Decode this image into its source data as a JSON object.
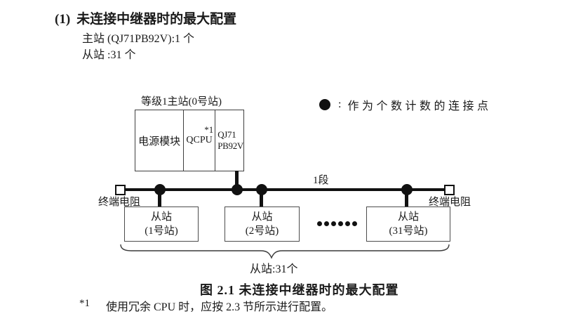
{
  "heading": {
    "number": "(1)",
    "title": "未连接中继器时的最大配置",
    "master_spec": "主站 (QJ71PB92V):1 个",
    "slave_spec": "从站 :31 个"
  },
  "legend": {
    "colon": ":",
    "label": "作为个数计数的连接点"
  },
  "master": {
    "label": "等级1主站(0号站)",
    "power_module": "电源模块",
    "cpu": "QCPU",
    "cpu_footnote_ref": "*1",
    "pb_line1": "QJ71",
    "pb_line2": "PB92V"
  },
  "bus": {
    "segment_label": "1段",
    "left_terminator_label": "终端电阻",
    "right_terminator_label": "终端电阻"
  },
  "slaves": {
    "stations": [
      {
        "line1": "从站",
        "line2": "(1号站)"
      },
      {
        "line1": "从站",
        "line2": "(2号站)"
      },
      {
        "line1": "从站",
        "line2": "(31号站)"
      }
    ],
    "count_label": "从站:31个"
  },
  "caption": "图 2.1 未连接中继器时的最大配置",
  "footnote": {
    "marker": "*1",
    "text": "使用冗余 CPU 时，应按 2.3 节所示进行配置。"
  },
  "colors": {
    "line": "#111111",
    "text": "#1a1a1a",
    "box_border": "#4c4c4c"
  }
}
